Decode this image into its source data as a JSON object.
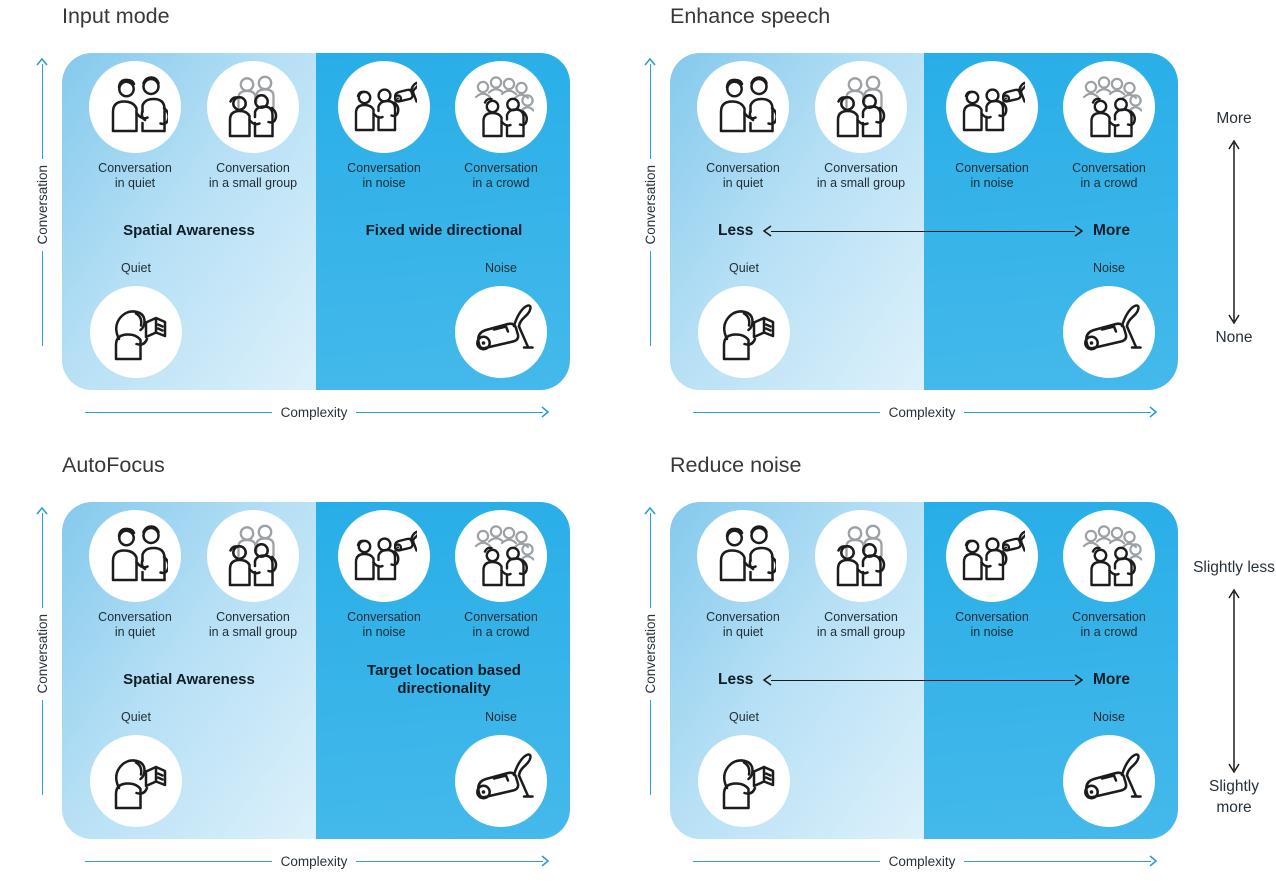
{
  "colors": {
    "panel_left_gradient_start": "#84c9ec",
    "panel_left_gradient_end": "#ddf1fb",
    "panel_right_top": "#28aee7",
    "panel_right_bottom": "#45b9eb",
    "axis_blue": "#2b9fd6",
    "line_black": "#1b1b1b",
    "people_gray": "#9ba1a5",
    "text_dark": "#22303a"
  },
  "icons": {
    "conversation_in_quiet": "two people talking",
    "conversation_in_small_group": "two people talking with two gray people behind",
    "conversation_in_noise": "two people talking beside a vacuum cleaner",
    "conversation_in_crowd": "two people talking in front of a gray crowd",
    "quiet": "person reading a book",
    "noise": "vacuum cleaner"
  },
  "quadrants": [
    {
      "title": "Input mode",
      "y_axis": "Conversation",
      "x_axis": "Complexity",
      "icon_labels": [
        {
          "line1": "Conversation",
          "line2": "in quiet"
        },
        {
          "line1": "Conversation",
          "line2": "in a small group"
        },
        {
          "line1": "Conversation",
          "line2": "in noise"
        },
        {
          "line1": "Conversation",
          "line2": "in a crowd"
        }
      ],
      "left_mode": "Spatial Awareness",
      "right_mode": "Fixed wide directional",
      "quiet_label": "Quiet",
      "noise_label": "Noise"
    },
    {
      "title": "Enhance speech",
      "y_axis": "Conversation",
      "x_axis": "Complexity",
      "icon_labels": [
        {
          "line1": "Conversation",
          "line2": "in quiet"
        },
        {
          "line1": "Conversation",
          "line2": "in a small group"
        },
        {
          "line1": "Conversation",
          "line2": "in noise"
        },
        {
          "line1": "Conversation",
          "line2": "in a crowd"
        }
      ],
      "scale": {
        "less": "Less",
        "more": "More"
      },
      "side": {
        "top": "More",
        "bottom": "None"
      },
      "quiet_label": "Quiet",
      "noise_label": "Noise"
    },
    {
      "title": "AutoFocus",
      "y_axis": "Conversation",
      "x_axis": "Complexity",
      "icon_labels": [
        {
          "line1": "Conversation",
          "line2": "in quiet"
        },
        {
          "line1": "Conversation",
          "line2": "in a small group"
        },
        {
          "line1": "Conversation",
          "line2": "in noise"
        },
        {
          "line1": "Conversation",
          "line2": "in a crowd"
        }
      ],
      "left_mode": "Spatial Awareness",
      "right_mode": "Target location based directionality",
      "quiet_label": "Quiet",
      "noise_label": "Noise"
    },
    {
      "title": "Reduce noise",
      "y_axis": "Conversation",
      "x_axis": "Complexity",
      "icon_labels": [
        {
          "line1": "Conversation",
          "line2": "in quiet"
        },
        {
          "line1": "Conversation",
          "line2": "in a small group"
        },
        {
          "line1": "Conversation",
          "line2": "in noise"
        },
        {
          "line1": "Conversation",
          "line2": "in a crowd"
        }
      ],
      "scale": {
        "less": "Less",
        "more": "More"
      },
      "side": {
        "top": "Slightly less",
        "bottom": "Slightly more"
      },
      "quiet_label": "Quiet",
      "noise_label": "Noise"
    }
  ]
}
